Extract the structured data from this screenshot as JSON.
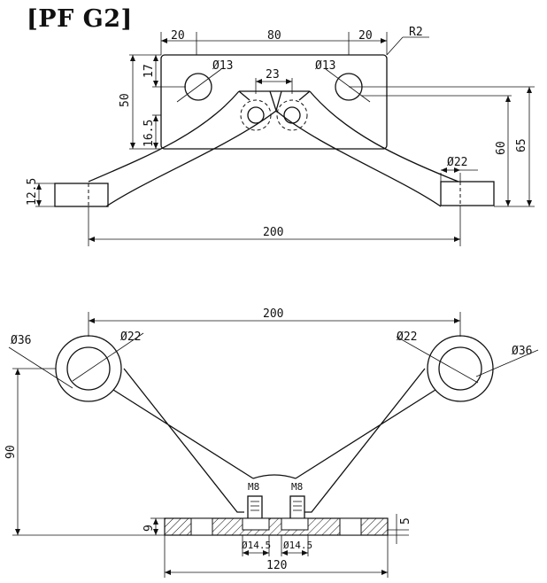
{
  "title": "[PF G2]",
  "top_view": {
    "dims": {
      "w_left": "20",
      "w_mid": "80",
      "w_right": "20",
      "radius": "R2",
      "h_top": "17",
      "h_total": "50",
      "h_bottom": "16.5",
      "hole_left": "Ø13",
      "hole_right": "Ø13",
      "spacing": "23",
      "h60": "60",
      "h65": "65",
      "tube": "Ø22",
      "thick": "12.5",
      "span": "200"
    }
  },
  "front_view": {
    "dims": {
      "span": "200",
      "ring_outer_left": "Ø36",
      "ring_inner_left": "Ø22",
      "ring_inner_right": "Ø22",
      "ring_outer_right": "Ø36",
      "height": "90",
      "bolt_left": "M8",
      "bolt_right": "M8",
      "plate_h": "9",
      "step": "5",
      "bore_left": "Ø14.5",
      "bore_right": "Ø14.5",
      "base_w": "120"
    }
  }
}
